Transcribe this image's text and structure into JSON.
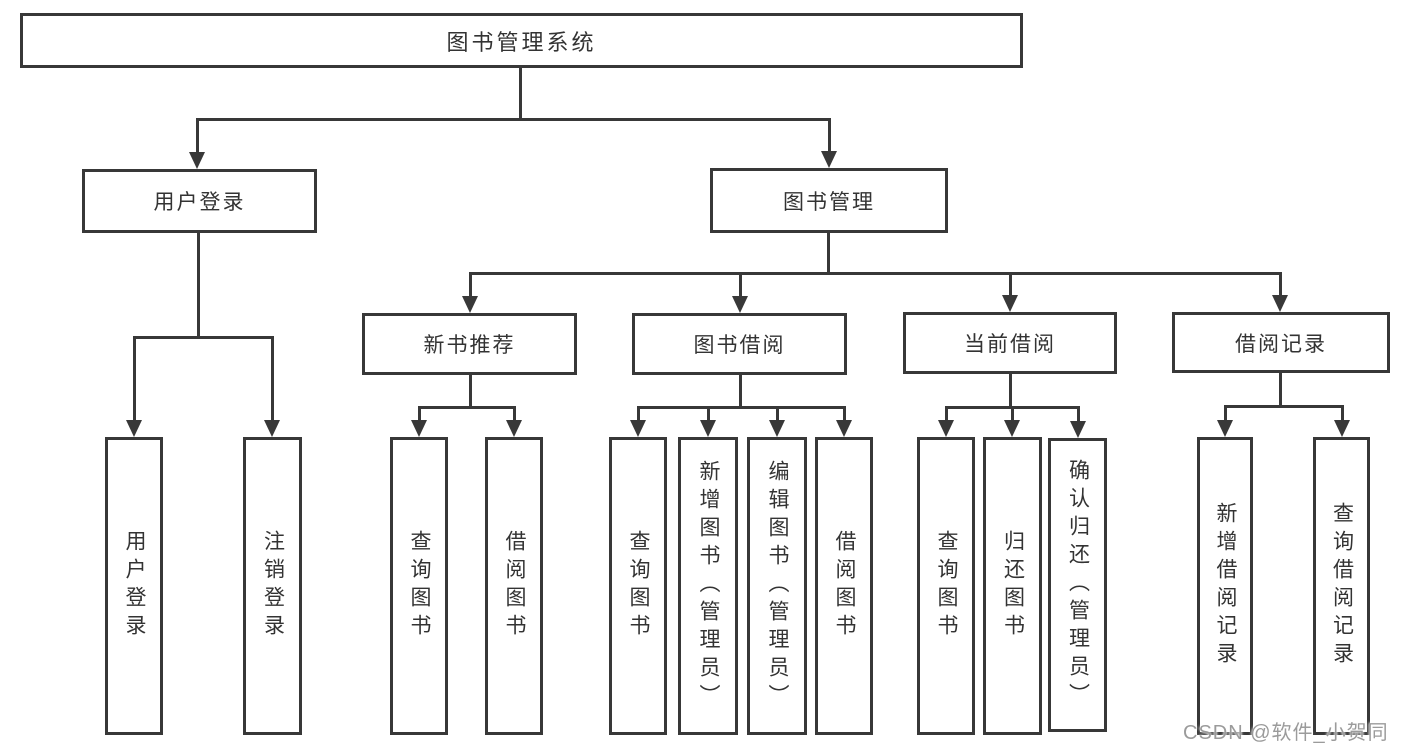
{
  "colors": {
    "line": "#383838",
    "text": "#333333",
    "background": "#ffffff",
    "watermark": "#9b9b9b"
  },
  "watermark": {
    "text": "CSDN @软件_小贺同学"
  },
  "diagram": {
    "type": "hierarchy-tree",
    "root": {
      "label": "图书管理系统",
      "children": [
        {
          "label": "用户登录",
          "children": [
            {
              "label": "用户登录"
            },
            {
              "label": "注销登录"
            }
          ]
        },
        {
          "label": "图书管理",
          "children": [
            {
              "label": "新书推荐",
              "children": [
                {
                  "label": "查询图书"
                },
                {
                  "label": "借阅图书"
                }
              ]
            },
            {
              "label": "图书借阅",
              "children": [
                {
                  "label": "查询图书"
                },
                {
                  "label": "新增图书（管理员）"
                },
                {
                  "label": "编辑图书（管理员）"
                },
                {
                  "label": "借阅图书"
                }
              ]
            },
            {
              "label": "当前借阅",
              "children": [
                {
                  "label": "查询图书"
                },
                {
                  "label": "归还图书"
                },
                {
                  "label": "确认归还（管理员）"
                }
              ]
            },
            {
              "label": "借阅记录",
              "children": [
                {
                  "label": "新增借阅记录"
                },
                {
                  "label": "查询借阅记录"
                }
              ]
            }
          ]
        }
      ]
    }
  }
}
